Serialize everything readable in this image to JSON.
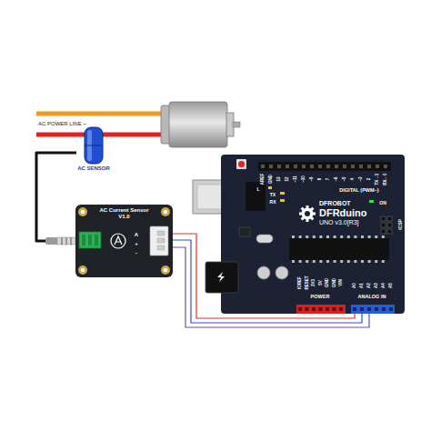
{
  "diagram": {
    "nodes": [
      {
        "text": [
          "AC SENSOR"
        ]
      },
      {
        "text": [
          "AC Current Sensor V1.0"
        ]
      },
      {
        "text": [
          "DFROBOT",
          "DFRduino",
          "UNO v3.0[R3]"
        ]
      }
    ],
    "edges": [
      {
        "from": 0,
        "to": 1,
        "arrow": "none"
      },
      {
        "from": 1,
        "to": 2,
        "arrow": "none"
      }
    ],
    "labels": [
      "AC POWER LINE ~",
      "A",
      "+",
      "-",
      "DIGITAL (PWM~)",
      "TX",
      "RX",
      "L",
      "ON",
      "ICSP",
      "POWER",
      "ANALOG IN",
      "A0",
      "A1",
      "A2",
      "A3",
      "A4",
      "A5",
      "AREF",
      "GND",
      "13",
      "12",
      "~11",
      "~10",
      "~9",
      "8",
      "7",
      "~6",
      "~5",
      "4",
      "~3",
      "2",
      "TX→1",
      "RX←0",
      "IOREF",
      "RESET",
      "3V3",
      "5V",
      "GND",
      "GND",
      "VIN"
    ]
  }
}
